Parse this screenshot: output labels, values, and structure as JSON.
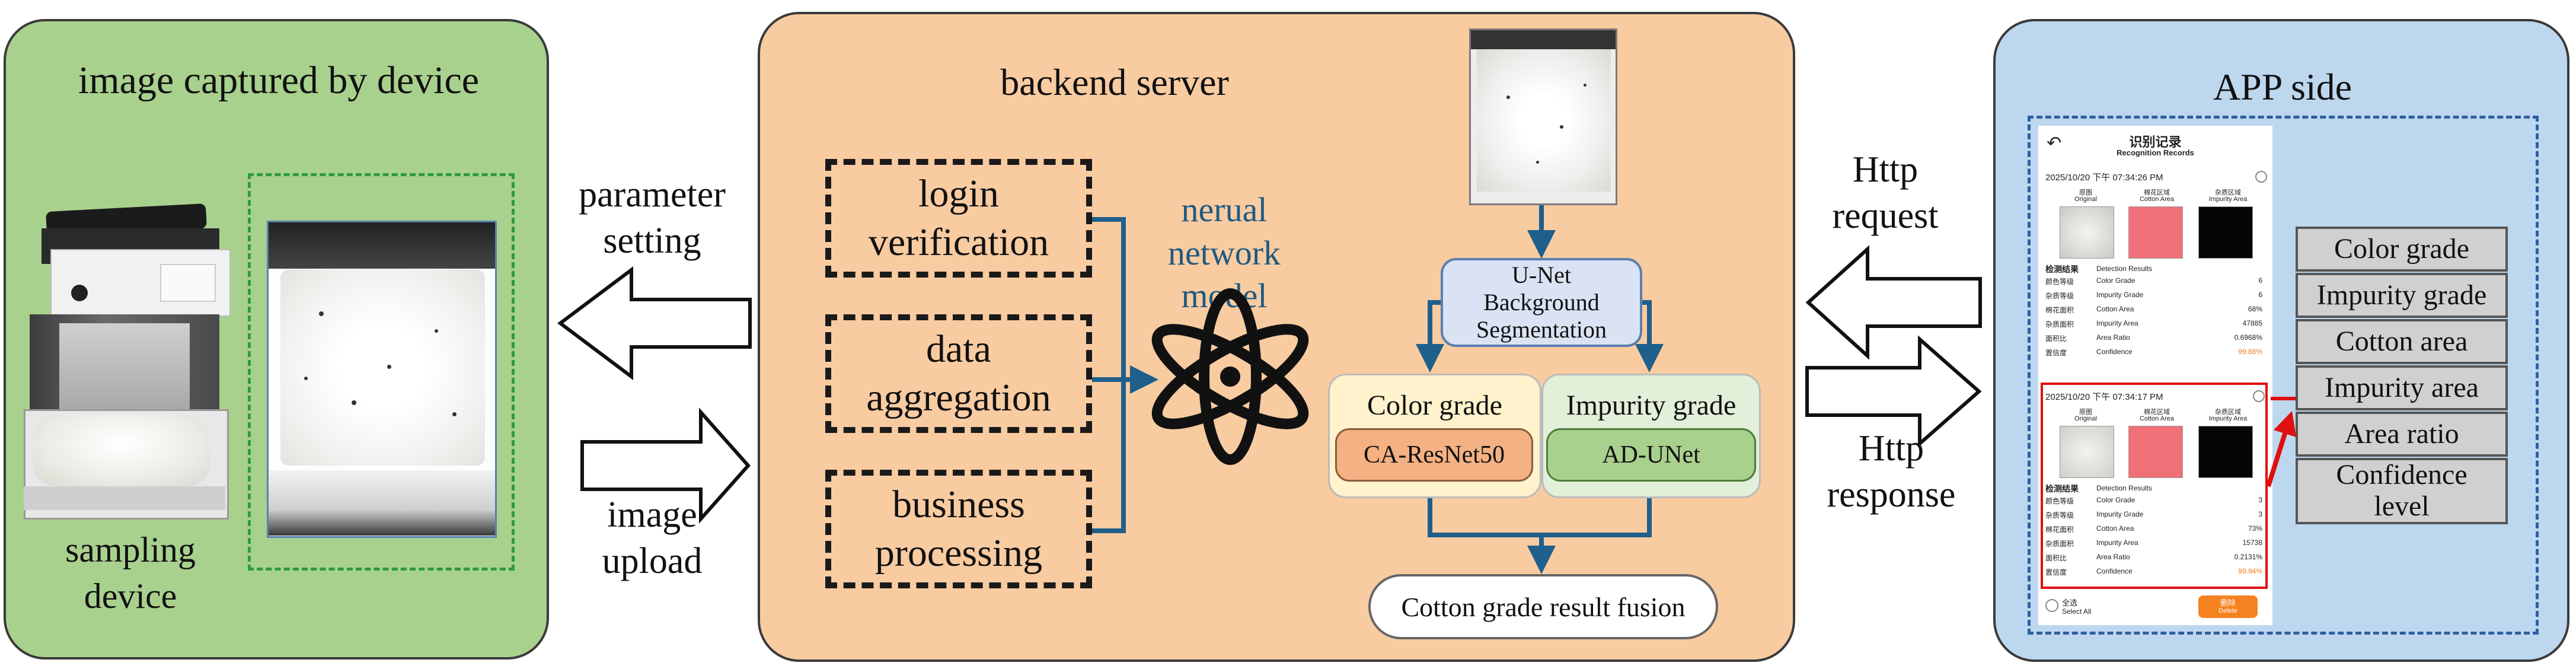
{
  "left_panel": {
    "title": "image captured by device",
    "device_label": "sampling\ndevice",
    "color": "#a9d18e"
  },
  "arrows": {
    "parameter_setting": "parameter\nsetting",
    "image_upload": "image\nupload",
    "http_request": "Http\nrequest",
    "http_response": "Http\nresponse"
  },
  "backend": {
    "title": "backend server",
    "color": "#f8cba1",
    "modules": [
      "login\nverification",
      "data\naggregation",
      "business\nprocessing"
    ],
    "model_label": "nerual\nnetwork\nmodel",
    "unet": "U-Net\nBackground\nSegmentation",
    "color_grade": {
      "title": "Color grade",
      "model": "CA-ResNet50"
    },
    "impurity_grade": {
      "title": "Impurity grade",
      "model": "AD-UNet"
    },
    "fusion": "Cotton grade result fusion"
  },
  "app": {
    "title": "APP side",
    "color": "#bdd7ee",
    "outputs": [
      "Color grade",
      "Impurity grade",
      "Cotton area",
      "Impurity area",
      "Area ratio",
      "Confidence\nlevel"
    ],
    "phone": {
      "header_cn": "识别记录",
      "header_en": "Recognition Records",
      "image_labels": [
        {
          "cn": "原图",
          "en": "Original"
        },
        {
          "cn": "棉花区域",
          "en": "Cotton Area"
        },
        {
          "cn": "杂质区域",
          "en": "Impurity Area"
        }
      ],
      "results_title_cn": "检测结果",
      "results_title_en": "Detection Results",
      "records": [
        {
          "time": "2025/10/20 下午 07:34:26 PM",
          "rows": [
            {
              "cn": "颜色等级",
              "en": "Color Grade",
              "v": "6"
            },
            {
              "cn": "杂质等级",
              "en": "Impurity Grade",
              "v": "6"
            },
            {
              "cn": "棉花面积",
              "en": "Cotton Area",
              "v": "68%"
            },
            {
              "cn": "杂质面积",
              "en": "Impurity Area",
              "v": "47885"
            },
            {
              "cn": "面积比",
              "en": "Area Ratio",
              "v": "0.6968%"
            },
            {
              "cn": "置信度",
              "en": "Confidence",
              "v": "99.88%"
            }
          ]
        },
        {
          "time": "2025/10/20 下午 07:34:17 PM",
          "rows": [
            {
              "cn": "颜色等级",
              "en": "Color Grade",
              "v": "3"
            },
            {
              "cn": "杂质等级",
              "en": "Impurity Grade",
              "v": "3"
            },
            {
              "cn": "棉花面积",
              "en": "Cotton Area",
              "v": "73%"
            },
            {
              "cn": "杂质面积",
              "en": "Impurity Area",
              "v": "15738"
            },
            {
              "cn": "面积比",
              "en": "Area Ratio",
              "v": "0.2131%"
            },
            {
              "cn": "置信度",
              "en": "Confidence",
              "v": "99.94%"
            }
          ]
        }
      ],
      "select_all_cn": "全选",
      "select_all_en": "Select All",
      "delete_cn": "删除",
      "delete_en": "Delete"
    }
  }
}
